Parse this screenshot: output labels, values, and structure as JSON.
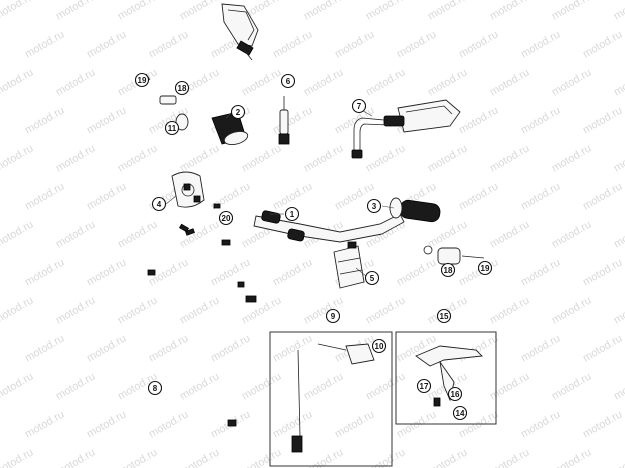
{
  "watermark": {
    "text": "motod.ru"
  },
  "callouts": [
    {
      "id": "c1",
      "label": "1"
    },
    {
      "id": "c2",
      "label": "2"
    },
    {
      "id": "c3",
      "label": "3"
    },
    {
      "id": "c4",
      "label": "4"
    },
    {
      "id": "c5",
      "label": "5"
    },
    {
      "id": "c6",
      "label": "6"
    },
    {
      "id": "c7",
      "label": "7"
    },
    {
      "id": "c8",
      "label": "8"
    },
    {
      "id": "c9",
      "label": "9"
    },
    {
      "id": "c10",
      "label": "10"
    },
    {
      "id": "c11",
      "label": "11"
    },
    {
      "id": "c14",
      "label": "14"
    },
    {
      "id": "c15",
      "label": "15"
    },
    {
      "id": "c16",
      "label": "16"
    },
    {
      "id": "c17",
      "label": "17"
    },
    {
      "id": "c18a",
      "label": "18"
    },
    {
      "id": "c18b",
      "label": "18"
    },
    {
      "id": "c19a",
      "label": "19"
    },
    {
      "id": "c19b",
      "label": "19"
    },
    {
      "id": "c20",
      "label": "20"
    }
  ]
}
